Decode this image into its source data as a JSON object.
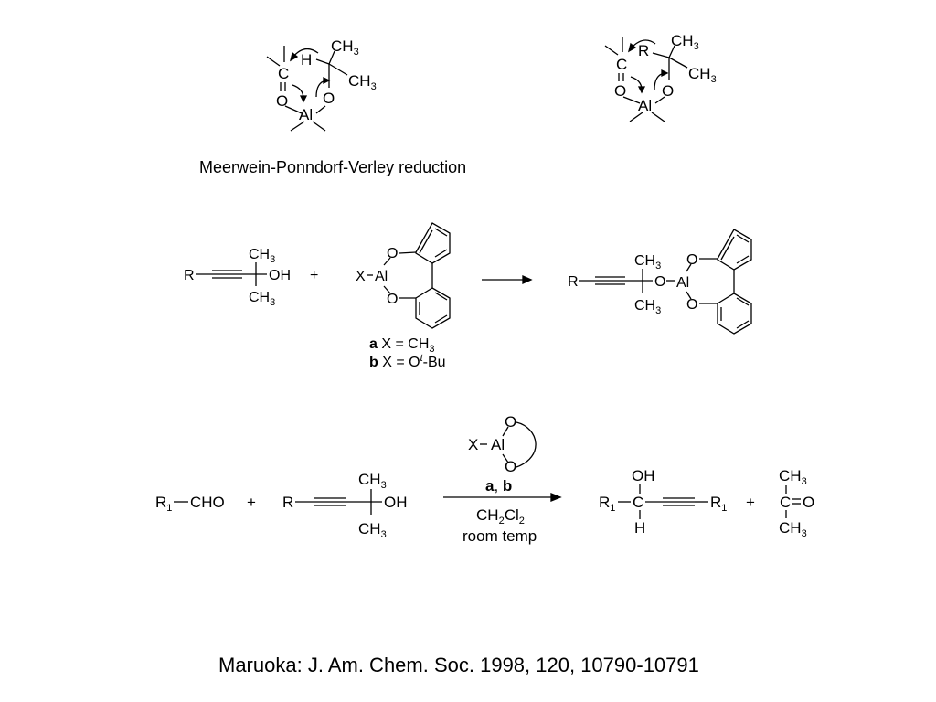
{
  "mpv": {
    "left": {
      "ch3_top": "CH",
      "ch3_right": "CH",
      "h": "H",
      "c": "C",
      "o1": "O",
      "o2": "O",
      "al": "Al"
    },
    "right": {
      "ch3_top": "CH",
      "ch3_right": "CH",
      "r": "R",
      "c": "C",
      "o1": "O",
      "o2": "O",
      "al": "Al"
    },
    "sub3": "3",
    "caption": "Meerwein-Ponndorf-Verley reduction"
  },
  "scheme2": {
    "r": "R",
    "oh": "OH",
    "ch3": "CH",
    "plus": "+",
    "x_al": "X",
    "al": "Al",
    "o": "O",
    "label_a_bold": "a",
    "label_a_rest": " X = CH",
    "label_b_bold": "b",
    "label_b_rest": " X = O",
    "label_b_sup": "t",
    "label_b_tail": "-Bu",
    "product_o_al": "O",
    "product_al": "Al"
  },
  "scheme3": {
    "r1": "R",
    "sub1": "1",
    "cho": "CHO",
    "plus": "+",
    "r": "R",
    "oh": "OH",
    "ch3": "CH",
    "cat_x": "X",
    "cat_al": "Al",
    "cat_o": "O",
    "above_a": "a",
    "above_comma": ", ",
    "above_b": "b",
    "solvent_ch": "CH",
    "solvent_cl": "Cl",
    "sub2": "2",
    "temp": "room temp",
    "prod_oh": "OH",
    "prod_c": "C",
    "prod_h": "H",
    "prod_r1": "R",
    "acetone_c": "C",
    "acetone_o": "O"
  },
  "reference": "Maruoka: J. Am. Chem. Soc. 1998, 120, 10790-10791"
}
